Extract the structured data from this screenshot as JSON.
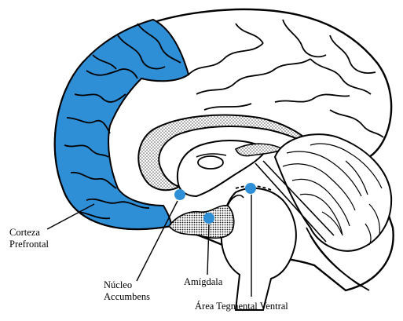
{
  "colors": {
    "highlight": "#2f8fd6",
    "outline": "#000000",
    "stipple": "#bdbdbd",
    "background": "#ffffff"
  },
  "labels": {
    "prefrontal_line1": "Corteza",
    "prefrontal_line2": "Prefrontal",
    "nucleus_line1": "Núcleo",
    "nucleus_line2": "Accumbens",
    "amygdala": "Amígdala",
    "vta": "Área Tegmental Ventral"
  }
}
